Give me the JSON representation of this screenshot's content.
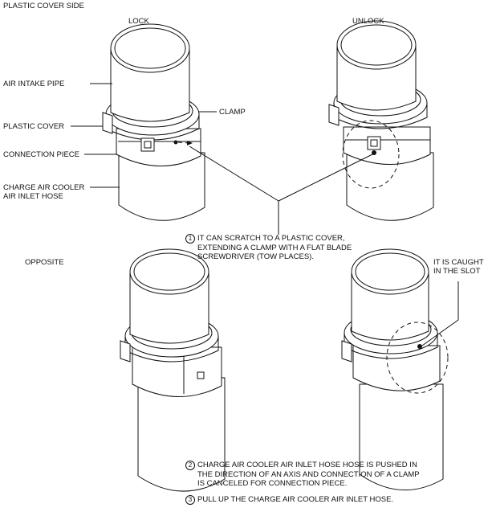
{
  "header": {
    "plastic_cover_side": "PLASTIC COVER SIDE",
    "opposite": "OPPOSITE"
  },
  "states": {
    "lock": "LOCK",
    "unlock": "UNLOCK"
  },
  "parts": {
    "air_intake_pipe": "AIR INTAKE PIPE",
    "plastic_cover": "PLASTIC COVER",
    "connection_piece": "CONNECTION PIECE",
    "charge_air_cooler_line1": "CHARGE AIR COOLER",
    "charge_air_cooler_line2": "AIR INLET HOSE",
    "clamp": "CLAMP",
    "caught_line1": "IT IS CAUGHT",
    "caught_line2": "IN THE SLOT"
  },
  "notes": [
    {
      "number": "1",
      "text": "IT CAN SCRATCH TO A PLASTIC COVER,\nEXTENDING A CLAMP WITH A FLAT BLADE\nSCREWDRIVER (TOW PLACES)."
    },
    {
      "number": "2",
      "text": "CHARGE AIR COOLER AIR INLET HOSE HOSE IS PUSHED IN\nTHE DIRECTION OF AN AXIS AND CONNECTION OF A CLAMP\nIS CANCELED FOR CONNECTION PIECE."
    },
    {
      "number": "3",
      "text": "PULL UP THE CHARGE AIR COOLER AIR INLET HOSE."
    }
  ]
}
